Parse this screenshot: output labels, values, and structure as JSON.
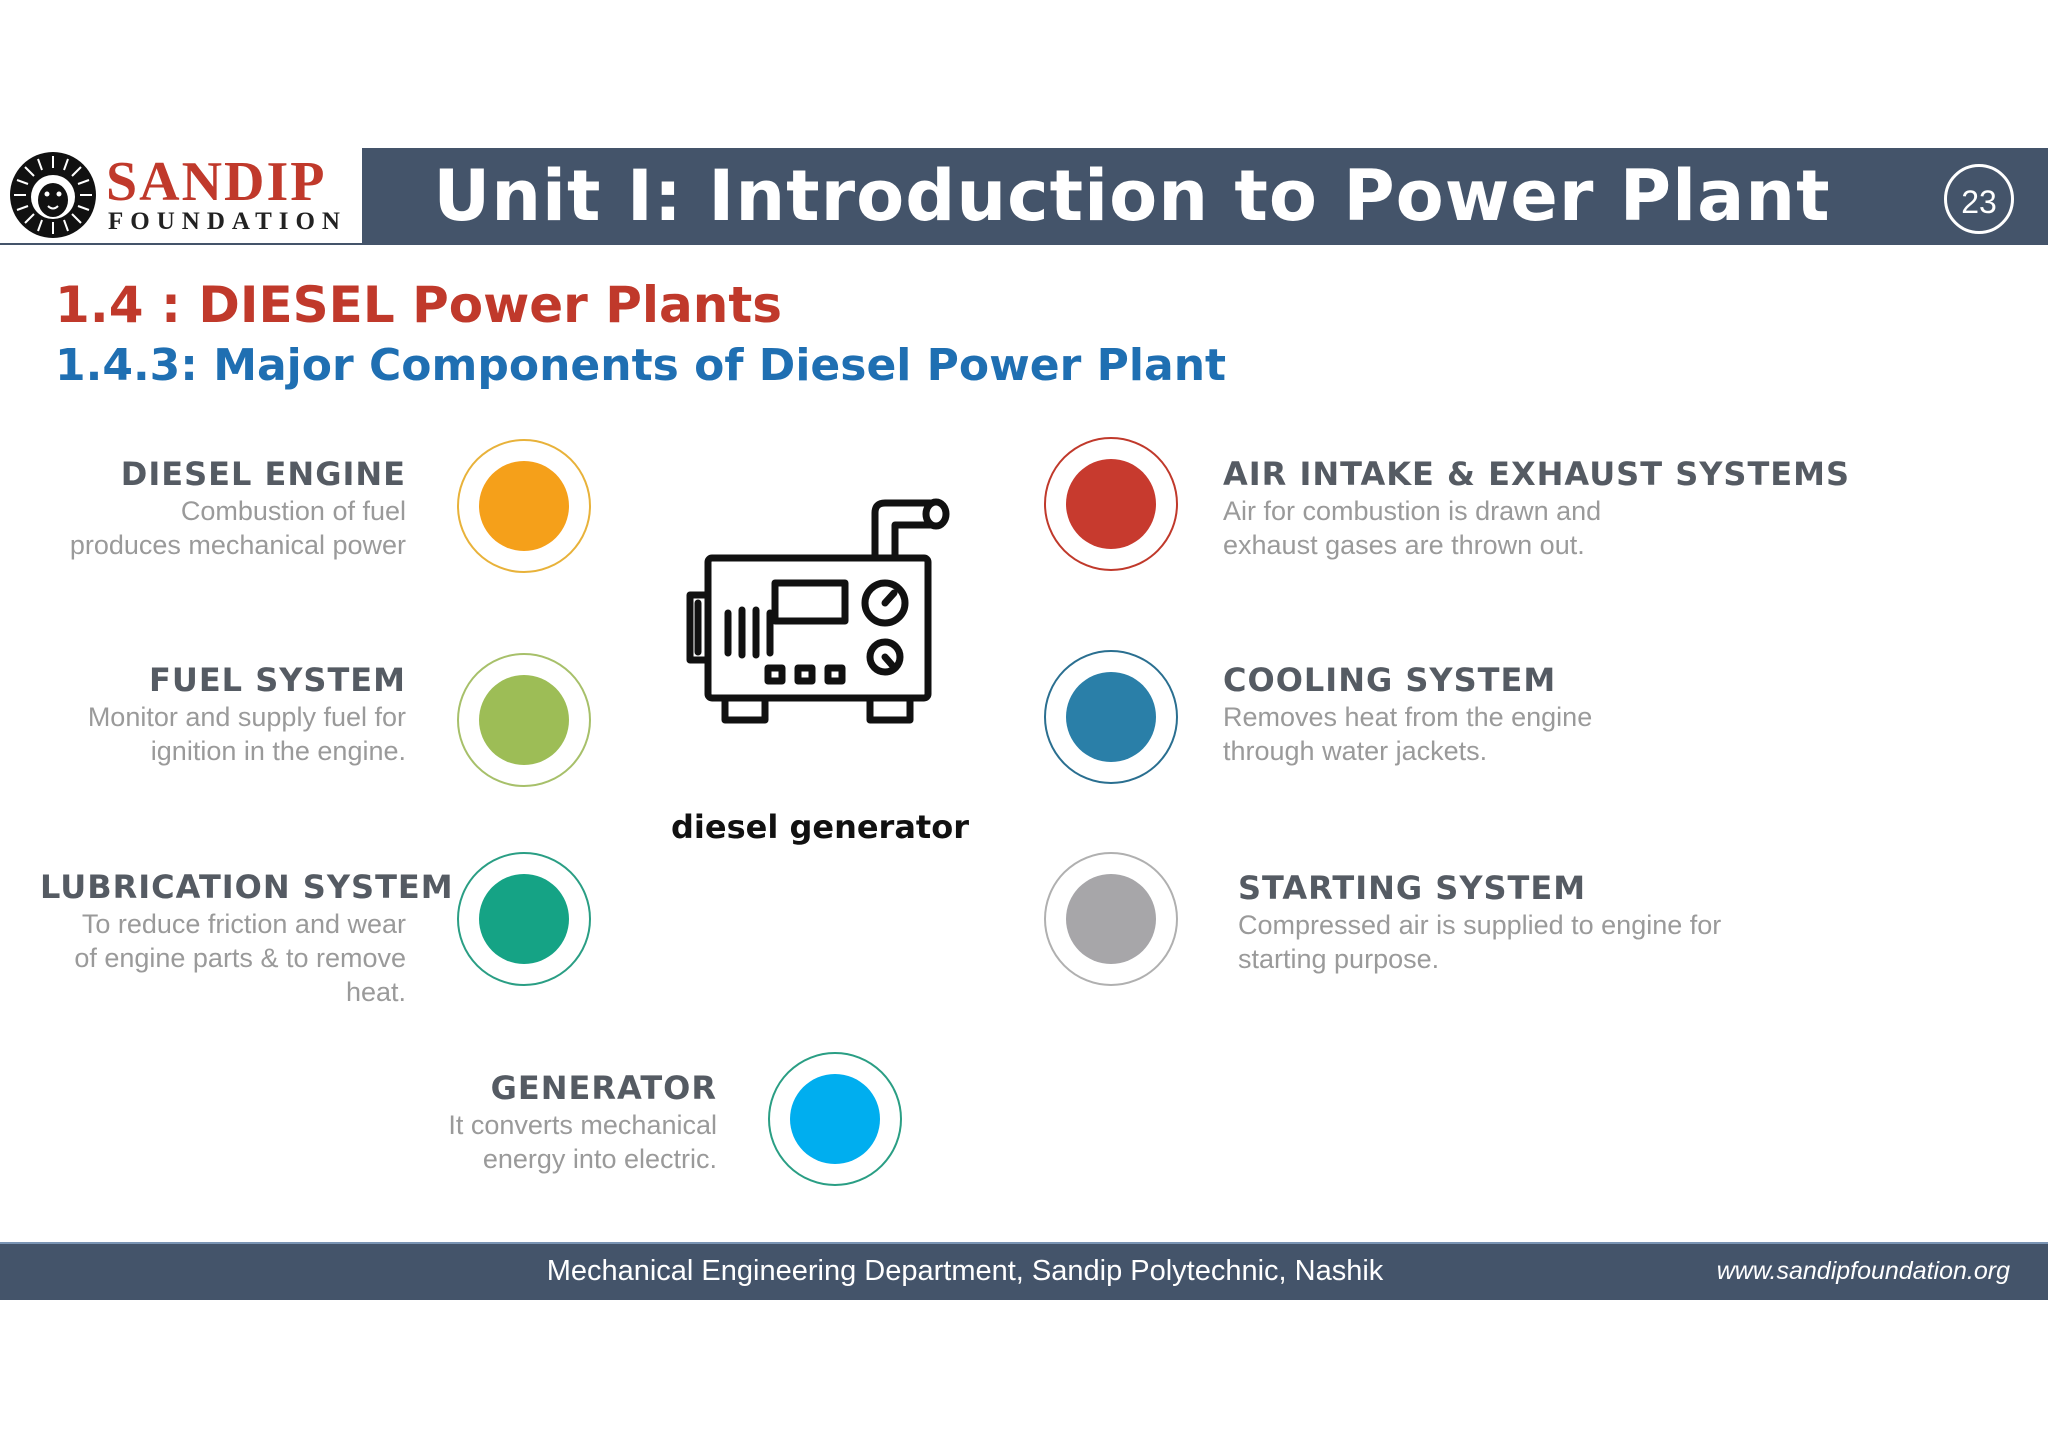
{
  "header": {
    "logo_name": "SANDIP",
    "logo_sub": "FOUNDATION",
    "title": "Unit I: Introduction  to Power Plant",
    "page_number": "23"
  },
  "headings": {
    "section": "1.4 : DIESEL Power Plants",
    "subsection": "1.4.3: Major Components of Diesel Power Plant"
  },
  "center": {
    "caption": "diesel generator",
    "icon": "diesel-generator-icon"
  },
  "components": {
    "diesel_engine": {
      "title": "DIESEL ENGINE",
      "desc1": "Combustion of fuel",
      "desc2": "produces mechanical power",
      "color": "#f5a01a",
      "ring": "#e8b23a"
    },
    "fuel_system": {
      "title": "FUEL SYSTEM",
      "desc1": "Monitor and supply fuel for",
      "desc2": "ignition in the engine.",
      "color": "#9dbd56",
      "ring": "#a7c06a"
    },
    "lubrication_system": {
      "title": "LUBRICATION SYSTEM",
      "desc1": "To reduce friction and wear",
      "desc2": "of engine parts & to remove",
      "desc3": "heat.",
      "color": "#15a385",
      "ring": "#2a9e84"
    },
    "generator": {
      "title": "GENERATOR",
      "desc1": "It converts mechanical",
      "desc2": "energy into electric.",
      "color": "#00aeef",
      "ring": "#2a9e84"
    },
    "air_intake": {
      "title": "AIR INTAKE & EXHAUST SYSTEMS",
      "desc1": "Air for combustion is drawn and",
      "desc2": "exhaust gases are thrown out.",
      "color": "#c73a2e",
      "ring": "#c0392b"
    },
    "cooling_system": {
      "title": "COOLING SYSTEM",
      "desc1": "Removes heat from the engine",
      "desc2": "through water jackets.",
      "color": "#2a7fa8",
      "ring": "#2a6f90"
    },
    "starting_system": {
      "title": "STARTING SYSTEM",
      "desc1": "Compressed air is supplied to engine for",
      "desc2": "starting purpose.",
      "color": "#a7a6a9",
      "ring": "#b0b0b0"
    }
  },
  "footer": {
    "department": "Mechanical Engineering Department, Sandip Polytechnic, Nashik",
    "url": "www.sandipfoundation.org"
  }
}
